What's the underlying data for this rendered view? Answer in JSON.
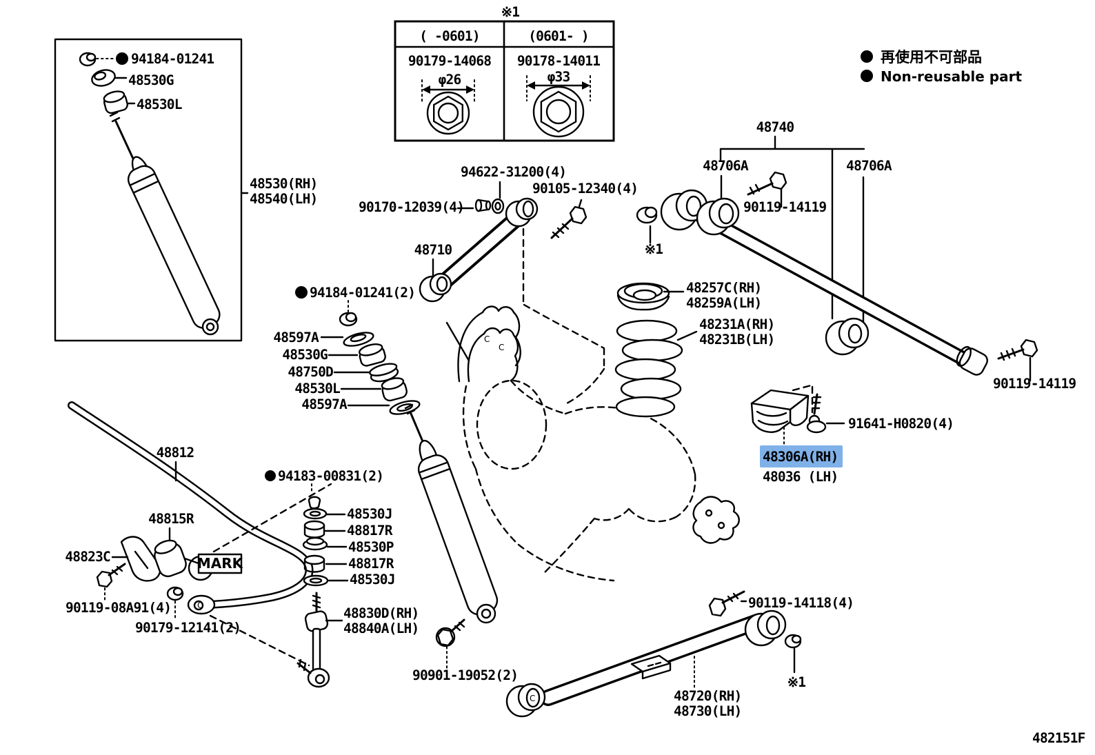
{
  "colors": {
    "background": "#ffffff",
    "line": "#000000",
    "highlight_bg": "#7FB1E8",
    "highlight_text": "#173C7C"
  },
  "legend": {
    "jp": "再使用不可部品",
    "en": "Non-reusable part"
  },
  "ref_table": {
    "columns": [
      {
        "period": "(    -0601)",
        "part_no": "90179-14068",
        "diameter": "φ26"
      },
      {
        "period": "(0601-    )",
        "part_no": "90178-14011",
        "diameter": "φ33"
      }
    ]
  },
  "labels": {
    "ref1": "※1",
    "clip": "C",
    "l94184": "94184-01241",
    "l48530G": "48530G",
    "l48530L": "48530L",
    "shock1_rh": "48530(RH)",
    "shock1_lh": "48540(LH)",
    "l90170": "90170-12039(4)",
    "l94622": "94622-31200(4)",
    "l90105": "90105-12340(4)",
    "l48710": "48710",
    "l48740": "48740",
    "l48706A": "48706A",
    "l90119_14119": "90119-14119",
    "l94184_2": "94184-01241(2)",
    "l48597A": "48597A",
    "l48750D": "48750D",
    "seat_rh": "48257C(RH)",
    "seat_lh": "48259A(LH)",
    "spring_rh": "48231A(RH)",
    "spring_lh": "48231B(LH)",
    "bolt91641": "91641-H0820(4)",
    "bump_rh": "48306A(RH)",
    "bump_lh": "48036  (LH)",
    "l48812": "48812",
    "l48815R": "48815R",
    "l48823C": "48823C",
    "mark": "MARK",
    "bolt90119_08A91": "90119-08A91(4)",
    "nut90179_12141": "90179-12141(2)",
    "l94183": "94183-00831(2)",
    "l48530J": "48530J",
    "l48817R": "48817R",
    "l48530P": "48530P",
    "link_rh": "48830D(RH)",
    "link_lh": "48840A(LH)",
    "bolt90901": "90901-19052(2)",
    "bolt90119_14118": "90119-14118(4)",
    "rod_lower_rh": "48720(RH)",
    "rod_lower_lh": "48730(LH)",
    "diagram_code": "482151F"
  }
}
